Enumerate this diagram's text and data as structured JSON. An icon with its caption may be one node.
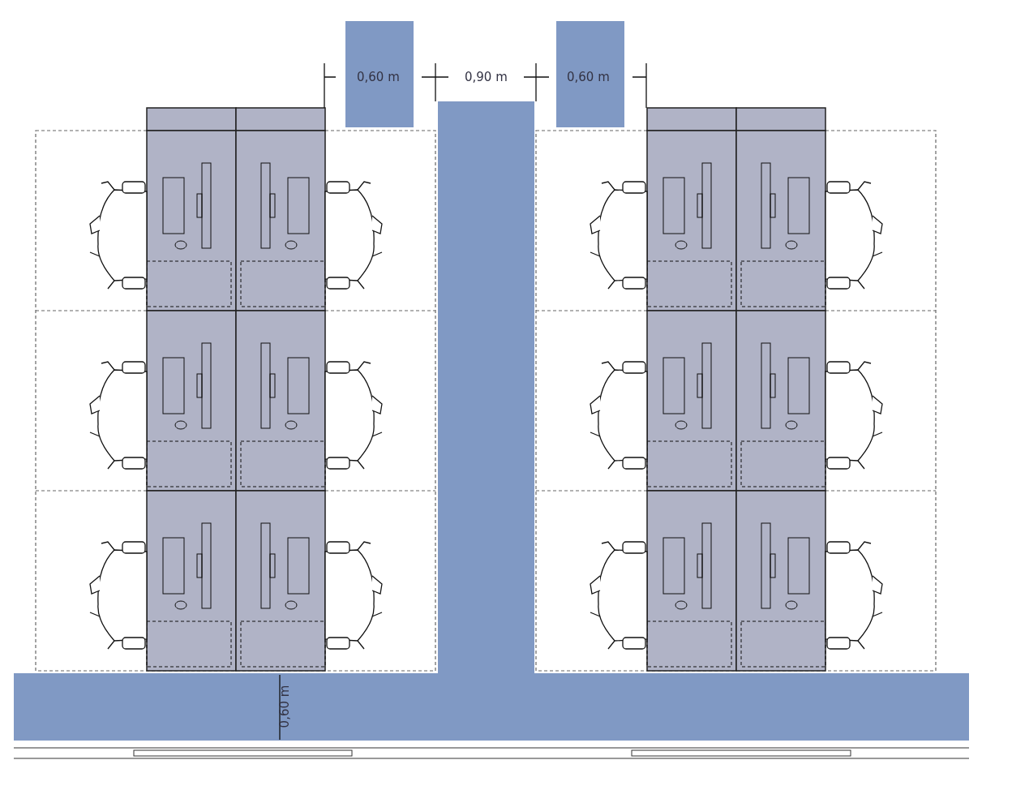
{
  "diagram": {
    "labels": [
      "0,60 m",
      "0,90 m",
      "0,60 m",
      "0,60 m"
    ]
  }
}
